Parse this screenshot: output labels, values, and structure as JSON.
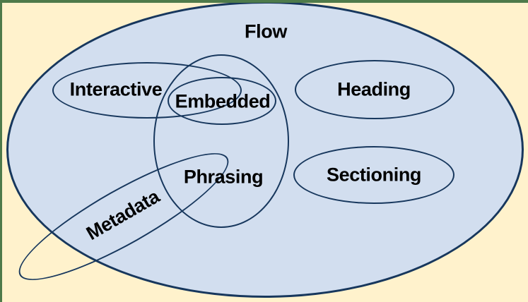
{
  "colors": {
    "page_background": "#FFF2CC",
    "frame_border_green": "#4E7A4A",
    "flow_ellipse_fill": "#D2DEEF",
    "ellipse_stroke": "#17375D",
    "label_text": "#000000"
  },
  "venn": {
    "outer_label": "Flow",
    "sets": [
      {
        "id": "interactive",
        "label": "Interactive"
      },
      {
        "id": "embedded",
        "label": "Embedded"
      },
      {
        "id": "heading",
        "label": "Heading"
      },
      {
        "id": "phrasing",
        "label": "Phrasing"
      },
      {
        "id": "sectioning",
        "label": "Sectioning"
      },
      {
        "id": "metadata",
        "label": "Metadata"
      }
    ]
  }
}
